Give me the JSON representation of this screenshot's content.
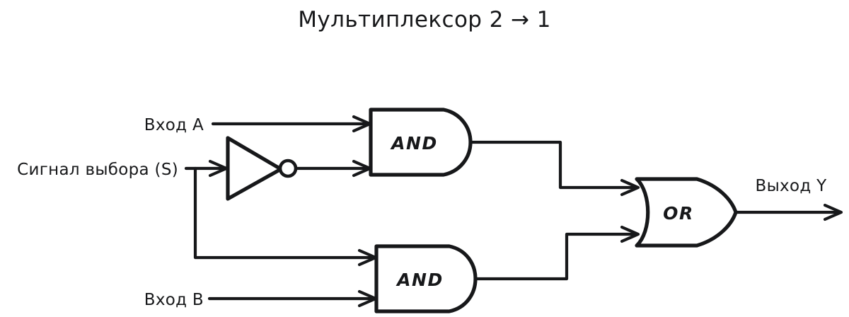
{
  "diagram": {
    "title": "Мультиплексор 2 → 1",
    "background_color": "#ffffff",
    "line_color": "#17181a",
    "style": "hand-drawn logic circuit schematic",
    "inputs": [
      {
        "id": "input-a",
        "label": "Вход A"
      },
      {
        "id": "select-signal",
        "label": "Сигнал выбора (S)"
      },
      {
        "id": "input-b",
        "label": "Вход B"
      }
    ],
    "gates": [
      {
        "id": "not-gate",
        "label": "",
        "type": "NOT"
      },
      {
        "id": "and-gate-top",
        "label": "AND",
        "type": "AND"
      },
      {
        "id": "and-gate-bottom",
        "label": "AND",
        "type": "AND"
      },
      {
        "id": "or-gate",
        "label": "OR",
        "type": "OR"
      }
    ],
    "outputs": [
      {
        "id": "output-y",
        "label": "Выход Y"
      }
    ]
  }
}
